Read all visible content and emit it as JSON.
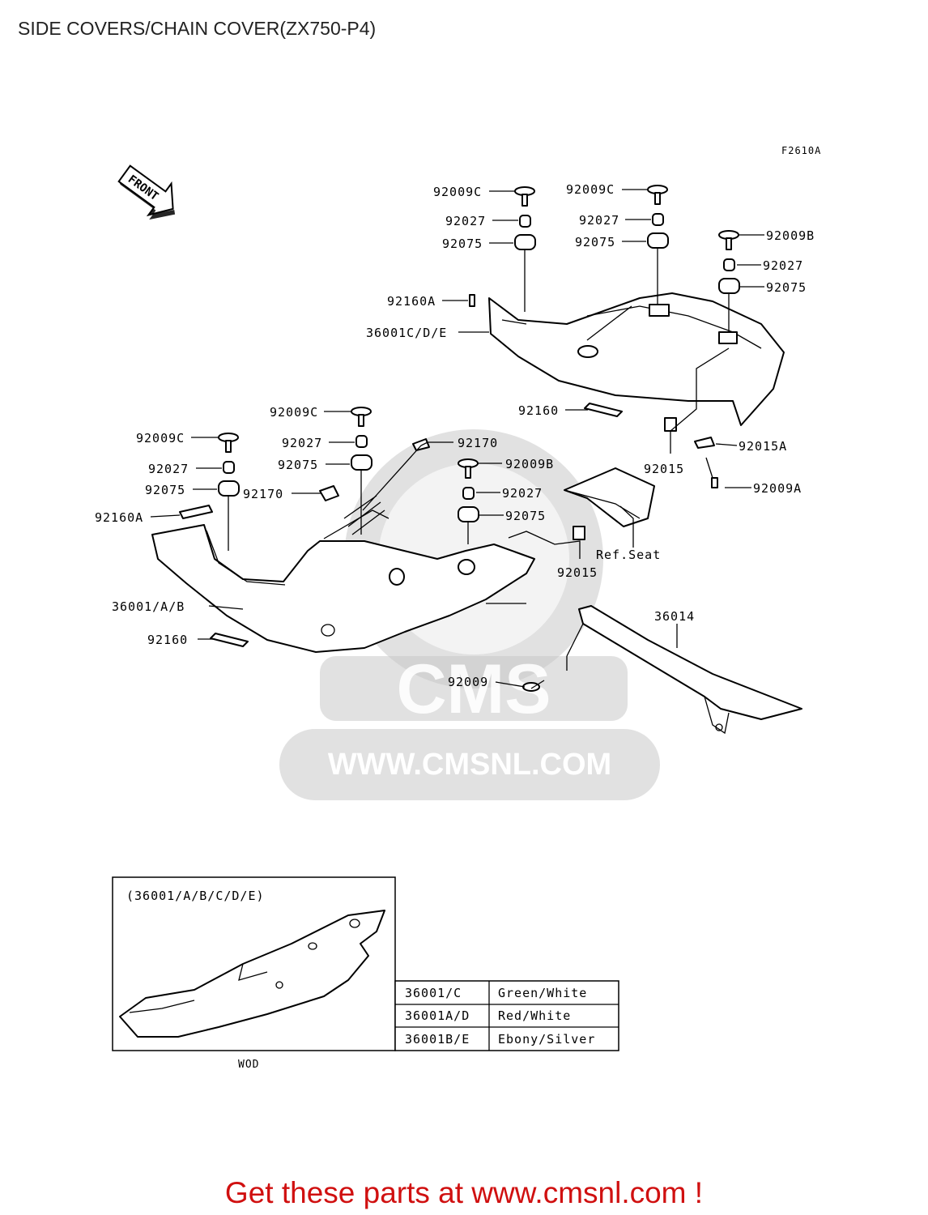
{
  "page_title": "SIDE COVERS/CHAIN COVER(ZX750-P4)",
  "figure_code": "F2610A",
  "front_arrow_label": "FRONT",
  "watermark": {
    "logo": "CMS",
    "url": "WWW.CMSNL.COM"
  },
  "callouts": [
    "92009C",
    "92027",
    "92075",
    "92009C",
    "92027",
    "92075",
    "92009B",
    "92027",
    "92075",
    "92160A",
    "36001C/D/E",
    "92160",
    "92015",
    "92015A",
    "92009A",
    "92009C",
    "92027",
    "92075",
    "92170",
    "92009C",
    "92027",
    "92075",
    "92170",
    "92160A",
    "92009B",
    "92027",
    "92075",
    "92015",
    "Ref.Seat",
    "36001/A/B",
    "92160",
    "36014",
    "92009"
  ],
  "inset": {
    "title": "(36001/A/B/C/D/E)",
    "caption": "WOD",
    "rows": [
      {
        "part": "36001/C",
        "color": "Green/White"
      },
      {
        "part": "36001A/D",
        "color": "Red/White"
      },
      {
        "part": "36001B/E",
        "color": "Ebony/Silver"
      }
    ]
  },
  "footer": "Get these parts at www.cmsnl.com !"
}
